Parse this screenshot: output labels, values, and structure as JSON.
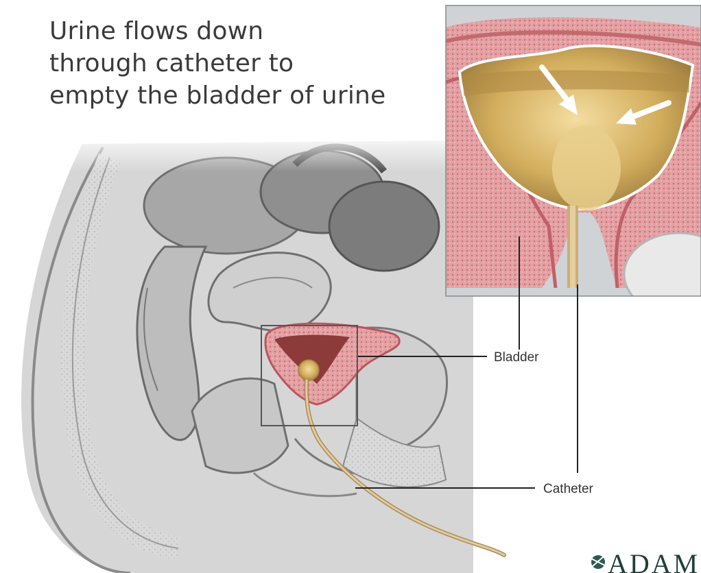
{
  "caption": {
    "lines": [
      "Urine flows down",
      "through catheter to",
      "empty the bladder of urine"
    ]
  },
  "labels": {
    "bladder": "Bladder",
    "catheter": "Catheter"
  },
  "logo": {
    "text": "ADAM"
  },
  "colors": {
    "tissue_red": "#b9565c",
    "tissue_pink": "#e7a9ab",
    "urine_gold": "#d7b35e",
    "catheter_tan": "#d8bd8e",
    "anatomy_gray": "#8d8d8d"
  }
}
